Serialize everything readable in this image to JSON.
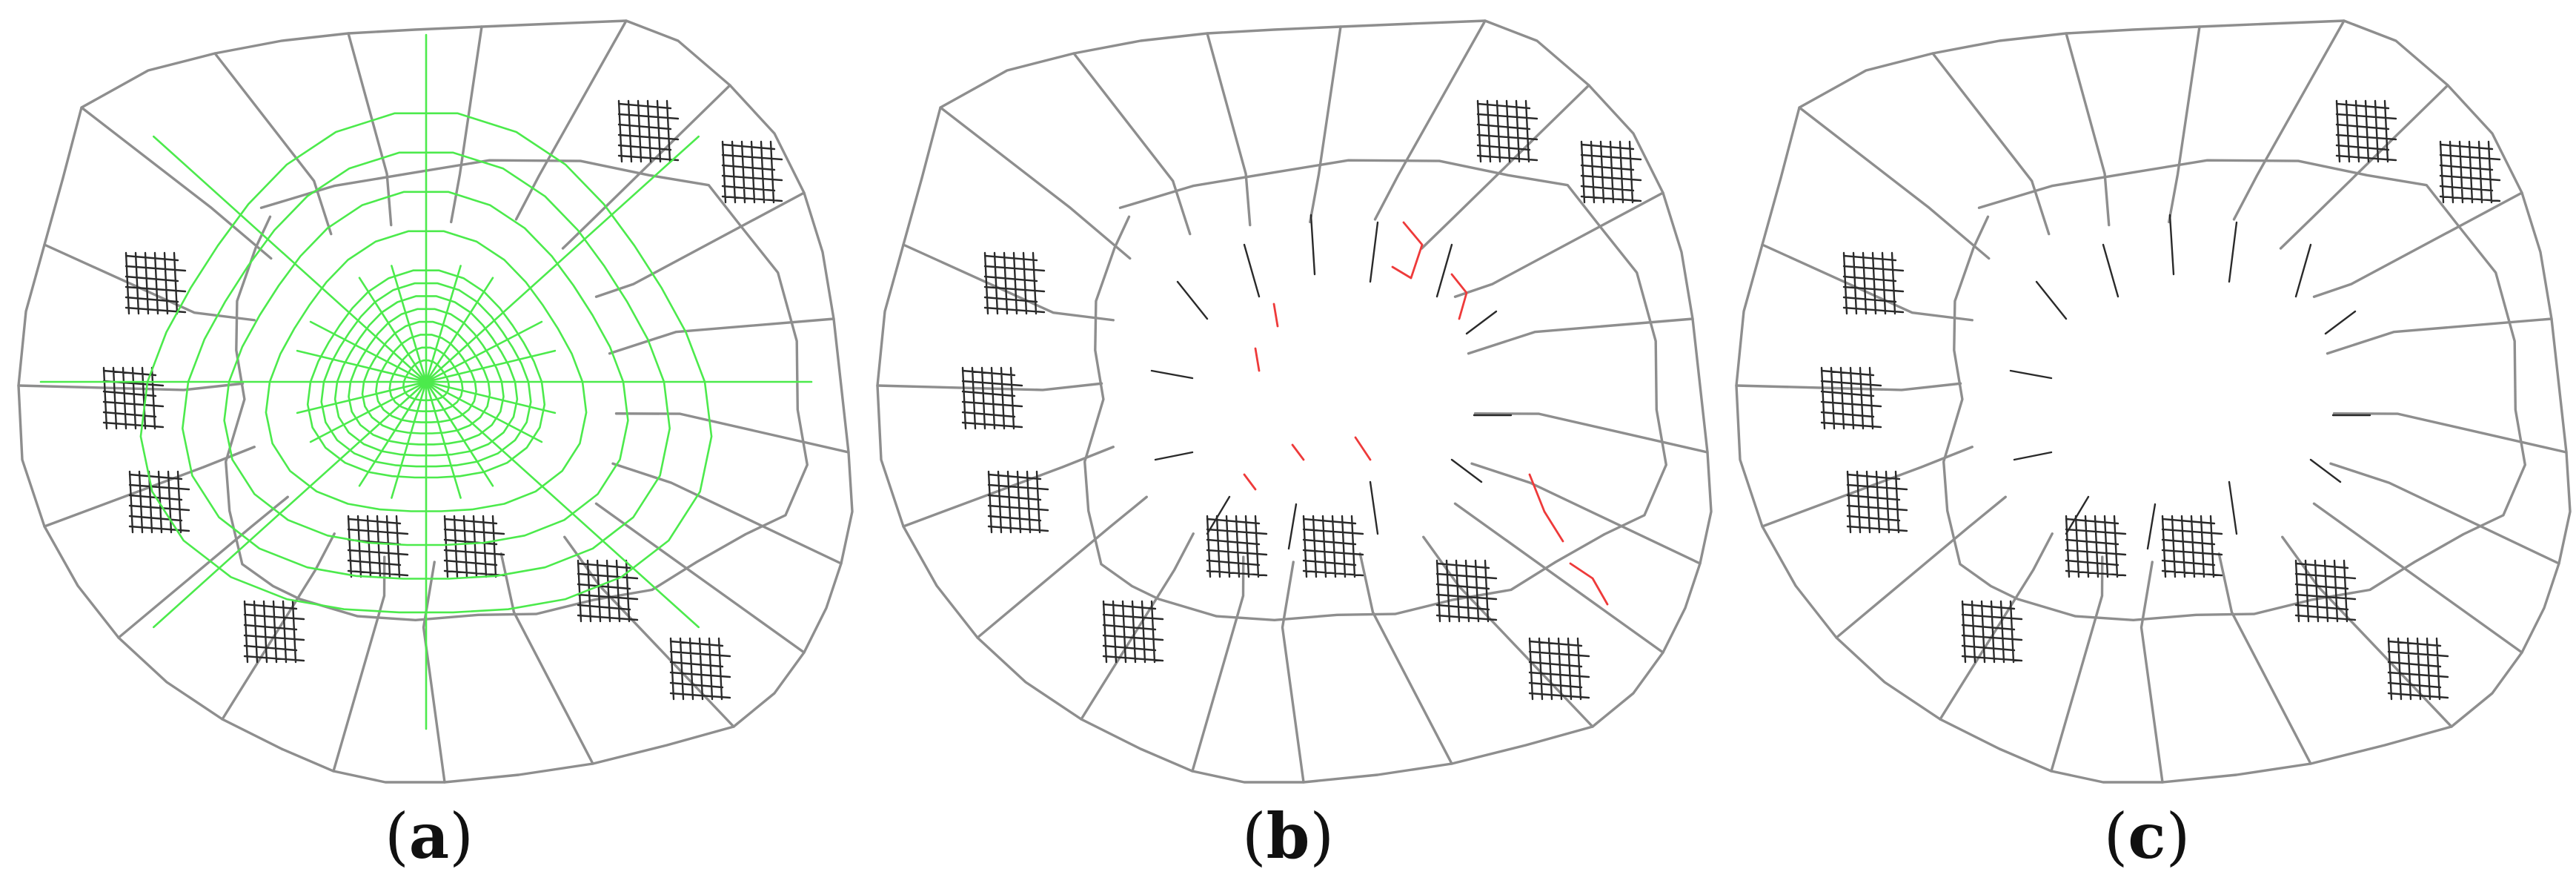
{
  "panels": [
    {
      "id": "a",
      "label": "a",
      "open": "(",
      "close": ")"
    },
    {
      "id": "b",
      "label": "b",
      "open": "(",
      "close": ")"
    },
    {
      "id": "c",
      "label": "c",
      "open": "(",
      "close": ")"
    }
  ],
  "colors": {
    "background": "#ffffff",
    "arterial_roads": "#8e8e8e",
    "local_streets": "#2a2a2a",
    "central_network": "#4cea4c",
    "highlighted_segments": "#ee3a3a"
  }
}
